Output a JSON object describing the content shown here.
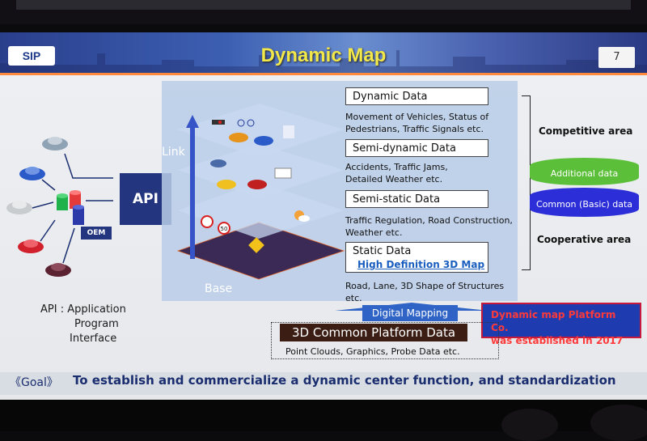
{
  "header": {
    "logo_text": "SIP",
    "title": "Dynamic Map",
    "page_number": "7"
  },
  "colors": {
    "header_blue": "#3d5fb2",
    "title_yellow": "#f2e84a",
    "accent_orange": "#ff8a3d",
    "api_blue": "#23357e",
    "additional_green": "#5cbf39",
    "common_blue": "#2c2fd8",
    "note_red": "#ff3a3a"
  },
  "left": {
    "api_label": "API",
    "oem_label": "OEM",
    "api_definition": [
      "API : Application",
      "Program",
      "Interface"
    ]
  },
  "map": {
    "link_label": "Link",
    "base_label": "Base",
    "layers": [
      {
        "title": "Dynamic Data",
        "desc": [
          "Movement of Vehicles, Status of",
          "Pedestrians, Traffic Signals etc."
        ]
      },
      {
        "title": "Semi-dynamic Data",
        "desc": [
          "Accidents, Traffic Jams,",
          "Detailed Weather etc."
        ]
      },
      {
        "title": "Semi-static Data",
        "desc": [
          "Traffic Regulation, Road Construction,",
          "Weather etc."
        ]
      },
      {
        "title": "Static Data",
        "desc": [
          "Road, Lane, 3D Shape of Structures etc."
        ]
      }
    ],
    "hd_map_label": "High Definition 3D Map",
    "speed_sign": "50"
  },
  "right": {
    "competitive_label": "Competitive area",
    "cooperative_label": "Cooperative area",
    "additional_label": "Additional data",
    "common_label": "Common (Basic) data"
  },
  "bottom": {
    "digital_mapping": "Digital Mapping",
    "note": [
      "Dynamic map Platform Co.",
      "was established in 2017"
    ],
    "platform_title": "3D Common Platform Data",
    "platform_sub": "Point Clouds, Graphics, Probe Data etc.",
    "goal_label": "《Goal》",
    "goal_text": "To establish and commercialize a dynamic center function, and standardization"
  }
}
